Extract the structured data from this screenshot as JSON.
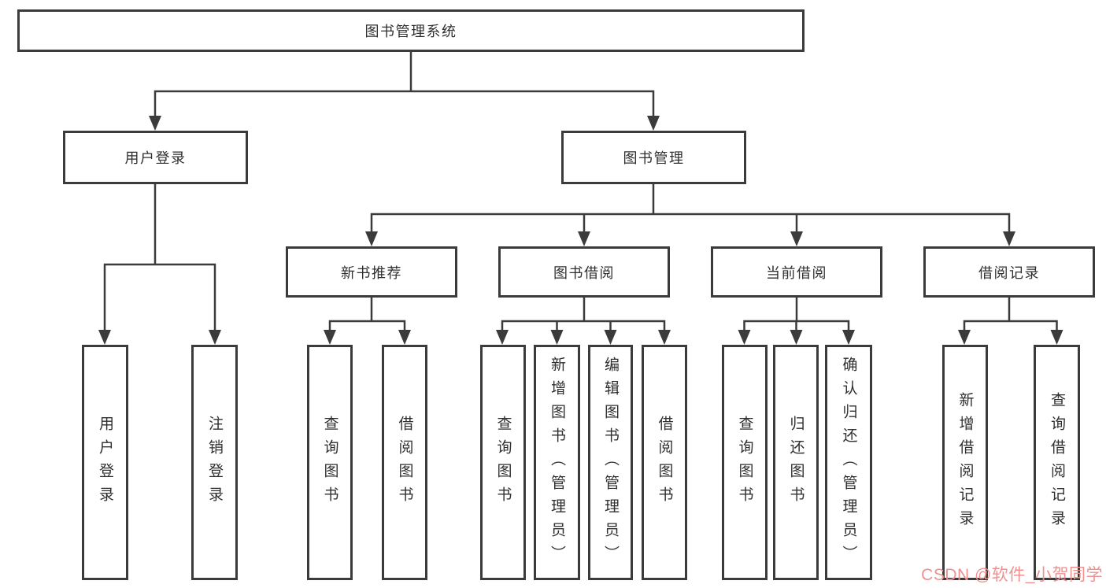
{
  "tree": {
    "root": {
      "label": "图书管理系统"
    },
    "branches": [
      {
        "label": "用户登录",
        "children": [
          {
            "label": "用户登录"
          },
          {
            "label": "注销登录"
          }
        ]
      },
      {
        "label": "图书管理",
        "children": [
          {
            "label": "新书推荐",
            "children": [
              {
                "label": "查询图书"
              },
              {
                "label": "借阅图书"
              }
            ]
          },
          {
            "label": "图书借阅",
            "children": [
              {
                "label": "查询图书"
              },
              {
                "label": "新增图书（管理员）"
              },
              {
                "label": "编辑图书（管理员）"
              },
              {
                "label": "借阅图书"
              }
            ]
          },
          {
            "label": "当前借阅",
            "children": [
              {
                "label": "查询图书"
              },
              {
                "label": "归还图书"
              },
              {
                "label": "确认归还（管理员）"
              }
            ]
          },
          {
            "label": "借阅记录",
            "children": [
              {
                "label": "新增借阅记录"
              },
              {
                "label": "查询借阅记录"
              }
            ]
          }
        ]
      }
    ]
  },
  "watermark": {
    "text": "CSDN @软件_小贺同学"
  },
  "colors": {
    "line": "#3B3B3B",
    "box_border": "#3B3B3B",
    "text": "#2F2F2F",
    "background": "#FFFFFF",
    "watermark": "#EF9191"
  }
}
